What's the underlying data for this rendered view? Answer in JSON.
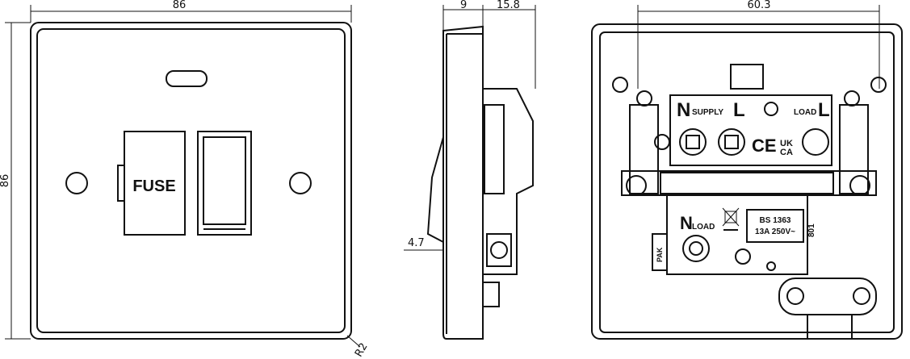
{
  "dimensions": {
    "front_width": "86",
    "front_height": "86",
    "corner_radius": "R2",
    "side_plate_depth": "9",
    "side_body_depth": "15.8",
    "side_rocker_offset": "4.7",
    "back_fixing_centres": "60.3"
  },
  "front_view": {
    "fuse_label": "FUSE"
  },
  "back_view": {
    "neutral_supply_letter": "N",
    "supply_label": "SUPPLY",
    "live_supply_letter": "L",
    "load_label": "LOAD",
    "live_load_letter": "L",
    "neutral_load_letter": "N",
    "neutral_load_label": "LOAD",
    "ce_mark": "CE",
    "ukca_mark_1": "UK",
    "ukca_mark_2": "CA",
    "standard": "BS 1363",
    "rating": "13A 250V~",
    "model_code": "801",
    "pack_mark": "PAK"
  }
}
